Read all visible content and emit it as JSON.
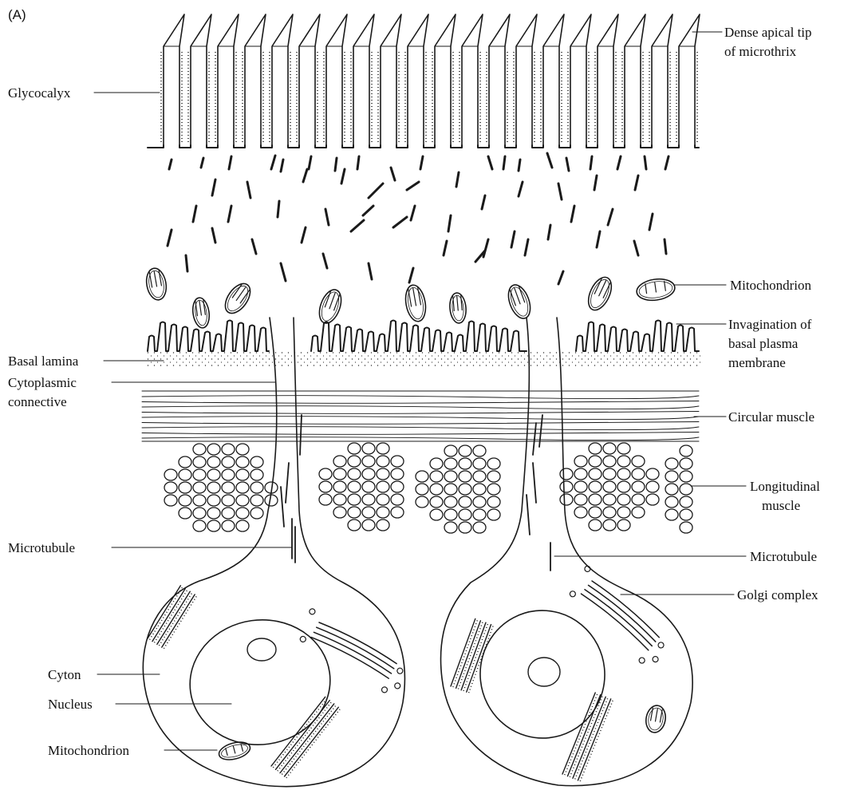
{
  "figure": {
    "panel_label": "(A)",
    "labels_left": {
      "glycocalyx": "Glycocalyx",
      "basal_lamina": "Basal lamina",
      "cytoplasmic_connective_line1": "Cytoplasmic",
      "cytoplasmic_connective_line2": "connective",
      "microtubule": "Microtubule",
      "cyton": "Cyton",
      "nucleus": "Nucleus",
      "mitochondrion": "Mitochondrion"
    },
    "labels_right": {
      "dense_apical_tip_line1": "Dense apical tip",
      "dense_apical_tip_line2": "of microthrix",
      "mitochondrion": "Mitochondrion",
      "invagination_line1": "Invagination of",
      "invagination_line2": "basal plasma",
      "invagination_line3": "membrane",
      "circular_muscle": "Circular muscle",
      "longitudinal_muscle_line1": "Longitudinal",
      "longitudinal_muscle_line2": "muscle",
      "microtubule": "Microtubule",
      "golgi_complex": "Golgi complex"
    }
  }
}
